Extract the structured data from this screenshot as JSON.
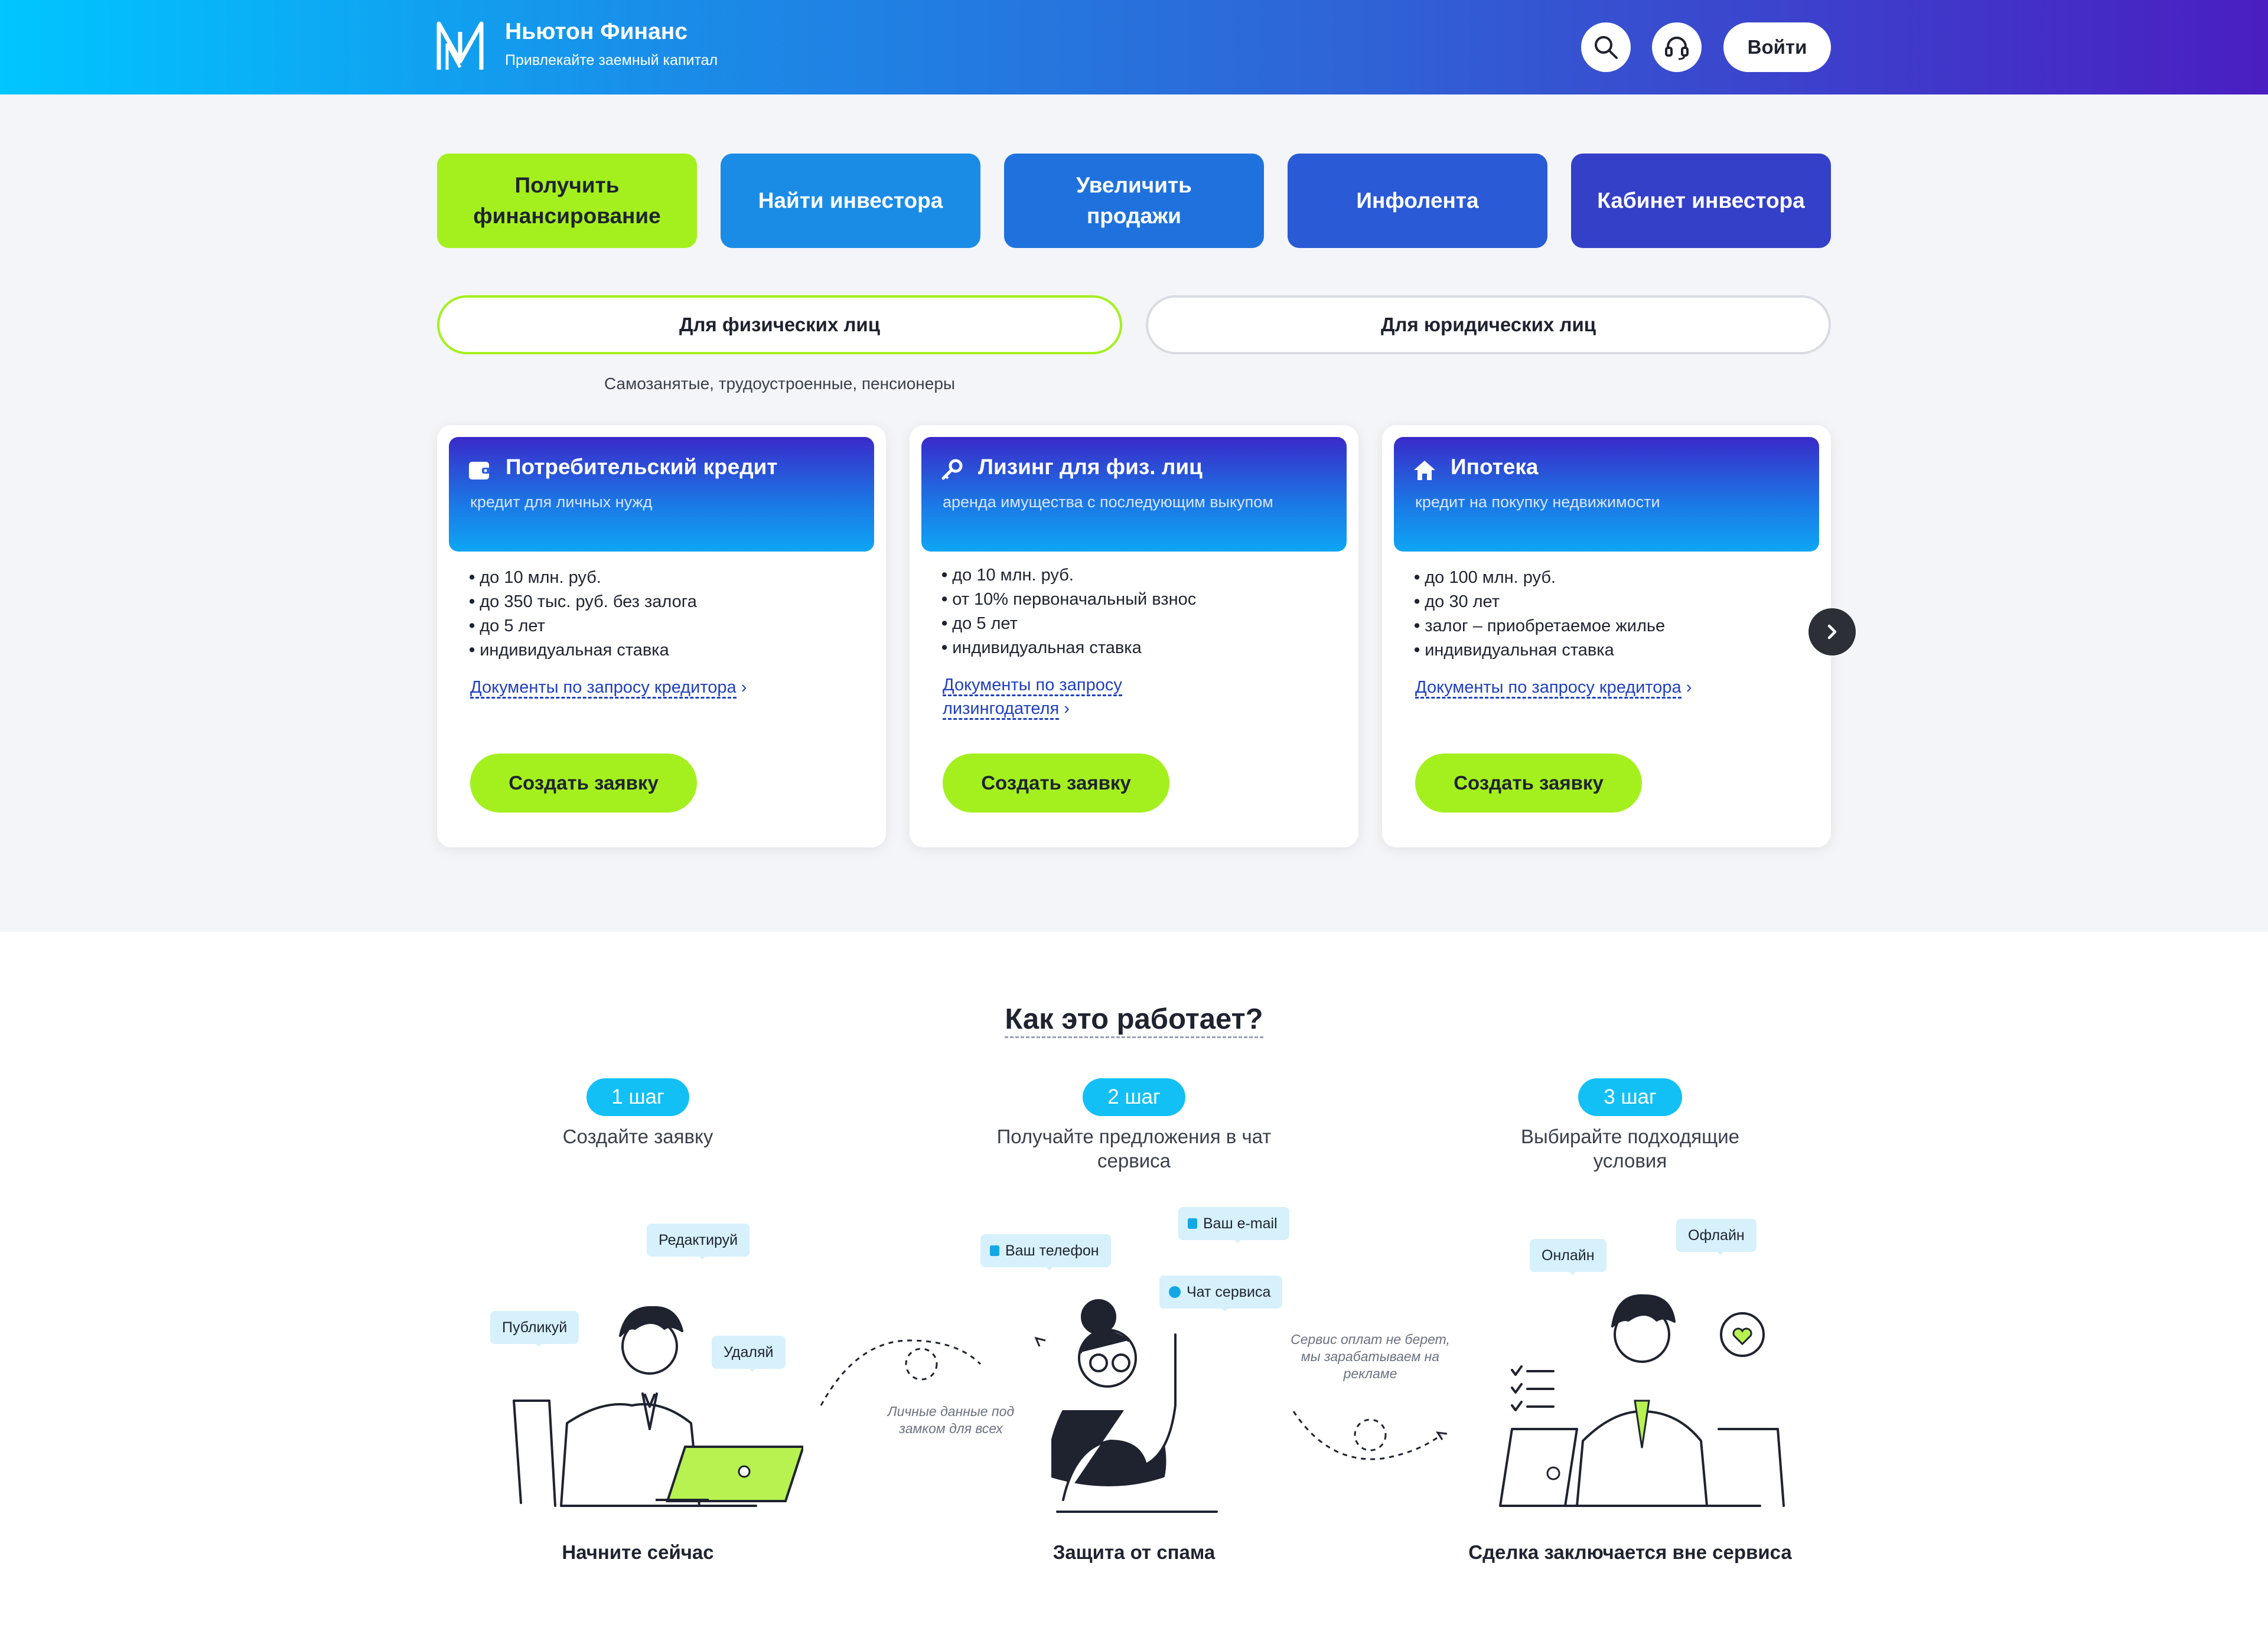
{
  "header": {
    "brand_title": "Ньютон Финанс",
    "brand_subtitle": "Привлекайте заемный капитал",
    "login_label": "Войти",
    "icons": [
      "search-icon",
      "headset-icon"
    ]
  },
  "nav": [
    {
      "label": "Получить финансирование"
    },
    {
      "label": "Найти инвестора"
    },
    {
      "label": "Увеличить продажи"
    },
    {
      "label": "Инфолента"
    },
    {
      "label": "Кабинет инвестора"
    }
  ],
  "segments": {
    "individuals": "Для физических лиц",
    "companies": "Для юридических лиц",
    "individuals_sub": "Самозанятые, трудоустроенные, пенсионеры"
  },
  "cards": [
    {
      "icon": "wallet-icon",
      "title": "Потребительский кредит",
      "desc": "кредит для личных нужд",
      "items": [
        "до 10 млн. руб.",
        "до 350 тыс. руб. без залога",
        "до 5 лет",
        "индивидуальная ставка"
      ],
      "link": "Документы по запросу кредитора",
      "button": "Создать заявку"
    },
    {
      "icon": "key-icon",
      "title": "Лизинг для физ. лиц",
      "desc": "аренда имущества с последующим выкупом",
      "items": [
        "до 10 млн. руб.",
        "от 10% первоначальный взнос",
        "до 5 лет",
        "индивидуальная ставка"
      ],
      "link": "Документы по запросу лизингодателя",
      "button": "Создать заявку"
    },
    {
      "icon": "house-icon",
      "title": "Ипотека",
      "desc": "кредит на покупку недвижимости",
      "items": [
        "до 100 млн. руб.",
        "до 30 лет",
        "залог – приобретаемое жилье",
        "индивидуальная ставка"
      ],
      "link": "Документы по запросу кредитора",
      "button": "Создать заявку"
    }
  ],
  "how": {
    "title": "Как это работает?",
    "steps": [
      {
        "badge": "1 шаг",
        "text": "Создайте заявку",
        "footer": "Начните сейчас",
        "bubbles": [
          "Редактируй",
          "Публикуй",
          "Удаляй"
        ]
      },
      {
        "badge": "2 шаг",
        "text": "Получайте предложения в чат сервиса",
        "footer": "Защита от спама",
        "bubbles": [
          "Ваш e-mail",
          "Ваш телефон",
          "Чат сервиса"
        ]
      },
      {
        "badge": "3 шаг",
        "text": "Выбирайте подходящие условия",
        "footer": "Сделка заключается вне сервиса",
        "bubbles": [
          "Онлайн",
          "Офлайн"
        ]
      }
    ],
    "note_left": "Личные данные под замком для всех",
    "note_right": "Сервис оплат не берет, мы зарабатываем на рекламе"
  },
  "colors": {
    "accent_green": "#a4f01e",
    "step_blue": "#12c0f5",
    "link_blue": "#1f3fbf"
  }
}
